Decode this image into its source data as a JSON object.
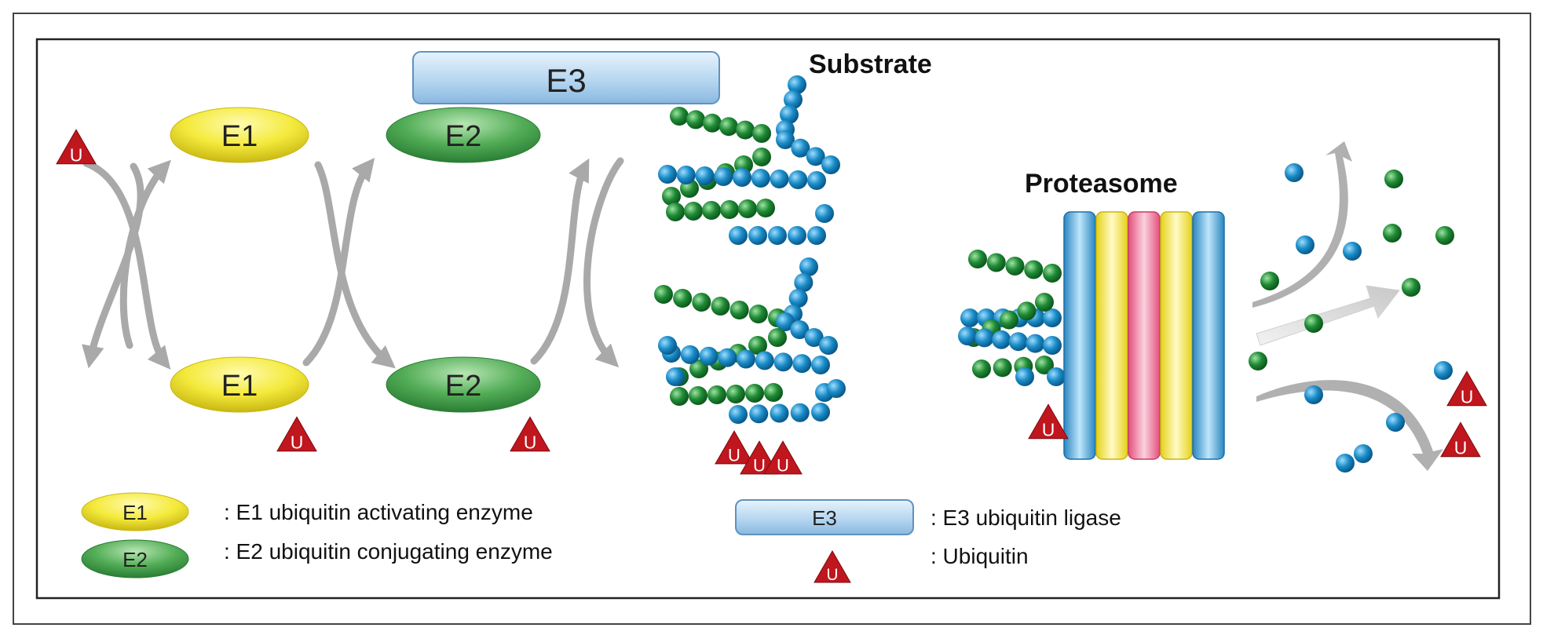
{
  "diagram": {
    "e3_label": "E3",
    "substrate_label": "Substrate",
    "proteasome_label": "Proteasome",
    "e1_label": "E1",
    "e2_label": "E2",
    "ubiquitin_symbol": "U"
  },
  "legend": {
    "e1_key": "E1",
    "e1_text": ": E1 ubiquitin activating enzyme",
    "e2_key": "E2",
    "e2_text": ": E2 ubiquitin conjugating enzyme",
    "e3_key": "E3",
    "e3_text": ": E3 ubiquitin ligase",
    "ub_text": ": Ubiquitin"
  },
  "colors": {
    "e1_yellow": "#f4ea3c",
    "e2_green": "#3f9e48",
    "e3_blue": "#a9cdeb",
    "ubiquitin_red": "#c0161e",
    "bead_blue": "#1a8cc7",
    "bead_green": "#1f8a35",
    "arrow_gray": "#a9a9a9",
    "proteasome_pink": "#f07aa0"
  }
}
